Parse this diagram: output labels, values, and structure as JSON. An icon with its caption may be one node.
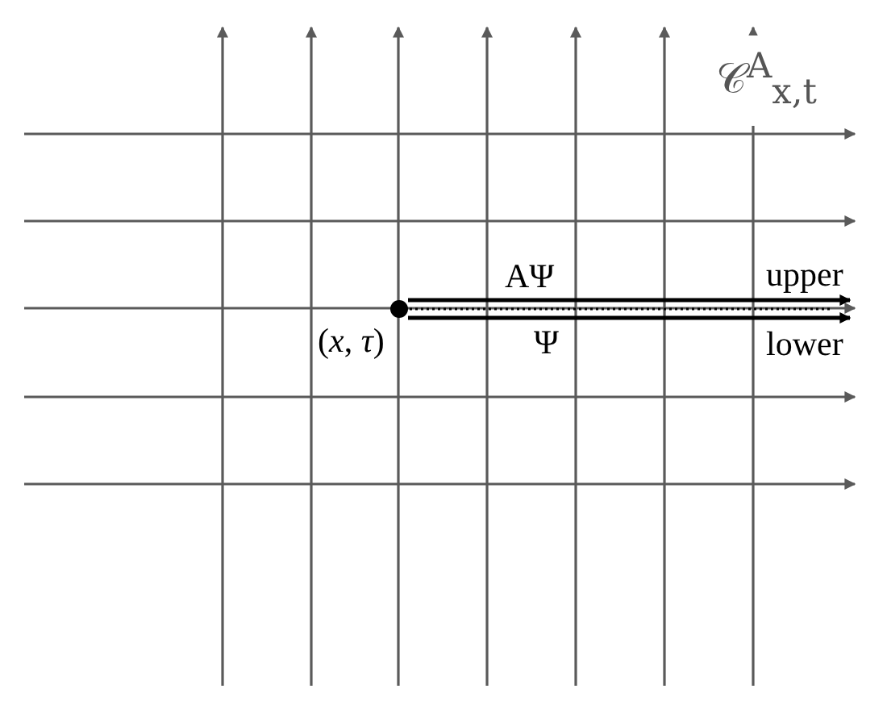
{
  "diagram": {
    "nodes": [
      {
        "text": [],
        "shape": "circle",
        "beside": [
          "(*x*, *τ*)"
        ]
      },
      {
        "text": [
          "upper"
        ]
      },
      {
        "text": [
          "lower"
        ]
      }
    ],
    "edges": [
      {
        "from": 0,
        "to": 1,
        "arrow": "to",
        "label": "AΨ"
      },
      {
        "from": 0,
        "to": 2,
        "arrow": "to",
        "label": "Ψ"
      }
    ],
    "labels": [
      "𝒞$^{A}$$_{x,t}$"
    ]
  }
}
